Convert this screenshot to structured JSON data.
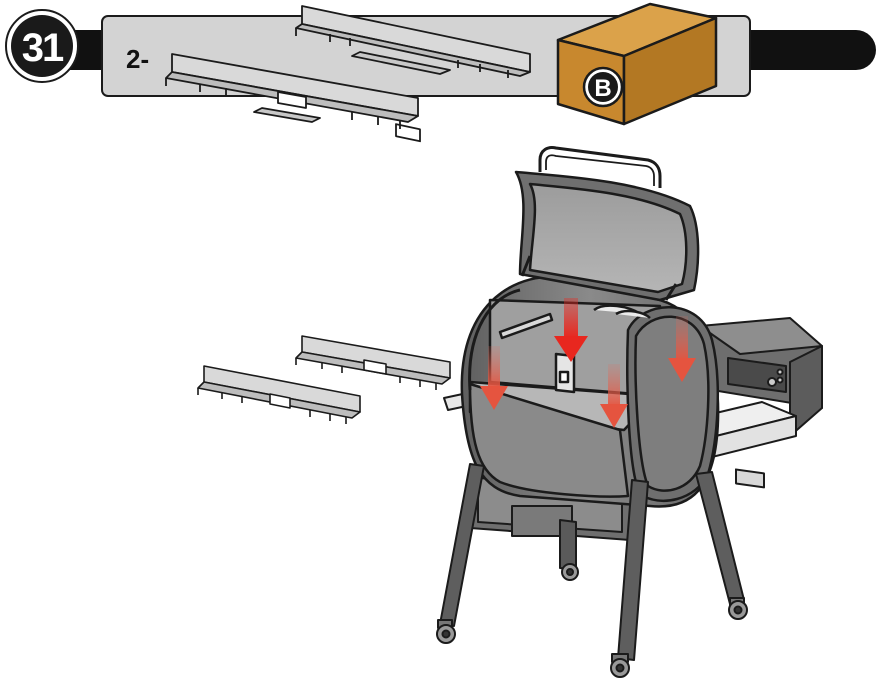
{
  "step": {
    "number": "31",
    "quantity_label": "2-",
    "bag_label": "B"
  },
  "colors": {
    "step_badge": "#1a1a1a",
    "header_bar": "#d3d3d3",
    "header_stripe": "#111111",
    "box_face": "#c8882e",
    "box_top": "#dba24a",
    "grill_body": "#7a7a7a",
    "grill_interior": "#a9a9a9",
    "arrow_red": "#e8271f",
    "arrow_red_faded": "#e56a5a",
    "shelf": "#efefef",
    "part_fill": "#d9d9d9",
    "outline": "#1b1b1b"
  },
  "icons": [
    "heat-baffle-part",
    "parts-box-icon",
    "down-arrow-icon",
    "grill-illustration"
  ]
}
